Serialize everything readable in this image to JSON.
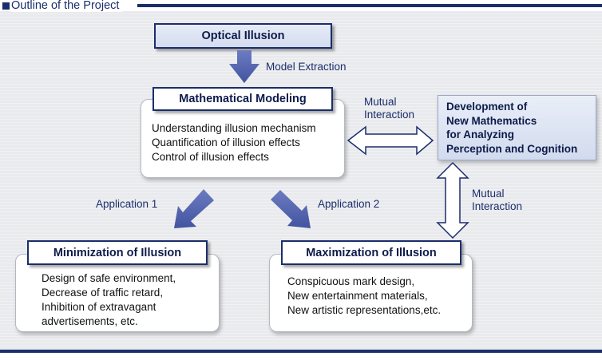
{
  "header": {
    "title": "Outline of the Project"
  },
  "optical": {
    "title": "Optical Illusion"
  },
  "model_extraction": "Model Extraction",
  "modeling": {
    "title": "Mathematical Modeling",
    "lines": [
      "Understanding illusion mechanism",
      "Quantification of illusion effects",
      "Control of illusion effects"
    ]
  },
  "mutual1": {
    "line1": "Mutual",
    "line2": "Interaction"
  },
  "development": {
    "lines": [
      "Development of",
      "New Mathematics",
      "for Analyzing",
      "Perception and Cognition"
    ]
  },
  "mutual2": {
    "line1": "Mutual",
    "line2": "Interaction"
  },
  "application1": "Application 1",
  "application2": "Application 2",
  "minimization": {
    "title": "Minimization of Illusion",
    "lines": [
      "Design of safe environment,",
      "Decrease of traffic retard,",
      "Inhibition of extravagant",
      "advertisements, etc."
    ]
  },
  "maximization": {
    "title": "Maximization of Illusion",
    "lines": [
      "Conspicuous mark design,",
      "New entertainment materials,",
      "New artistic representations,etc."
    ]
  },
  "colors": {
    "navy": "#1b2e6b",
    "arrow": "#5567b0",
    "background": "#e9eaed"
  }
}
